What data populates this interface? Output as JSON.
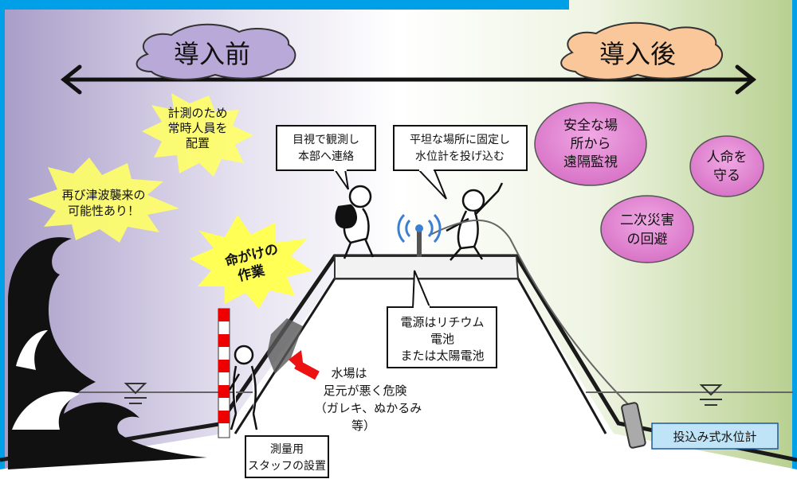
{
  "before": {
    "label": "導入前"
  },
  "after": {
    "label": "導入後"
  },
  "bursts": {
    "staff": [
      "計測のため",
      "常時人員を",
      "配置"
    ],
    "tsunami": [
      "再び津波襲来の",
      "可能性あり！"
    ],
    "danger": [
      "命がけの",
      "作業"
    ]
  },
  "callouts": {
    "observe": [
      "目視で観測し",
      "本部へ連絡"
    ],
    "fixed": [
      "平坦な場所に固定し",
      "水位計を投げ込む"
    ],
    "power": [
      "電源はリチウム",
      "電池",
      "または太陽電池"
    ],
    "staff_gauge": [
      "測量用",
      "スタッフの設置"
    ]
  },
  "note": {
    "footing": [
      "水場は",
      "足元が悪く危険",
      "（ガレキ、ぬかるみ",
      "等）"
    ]
  },
  "benefits": {
    "remote": [
      "安全な場",
      "所から",
      "遠隔監視"
    ],
    "life": [
      "人命を",
      "守る"
    ],
    "secondary": [
      "二次災害",
      "の回避"
    ]
  },
  "sensor_label": "投込み式水位計",
  "colors": {
    "accent": "#00a0e9",
    "bubble": "#e385d0",
    "arrow": "#ee1111",
    "left_bg": "#a89cc8",
    "right_bg": "#b7cf8f"
  }
}
